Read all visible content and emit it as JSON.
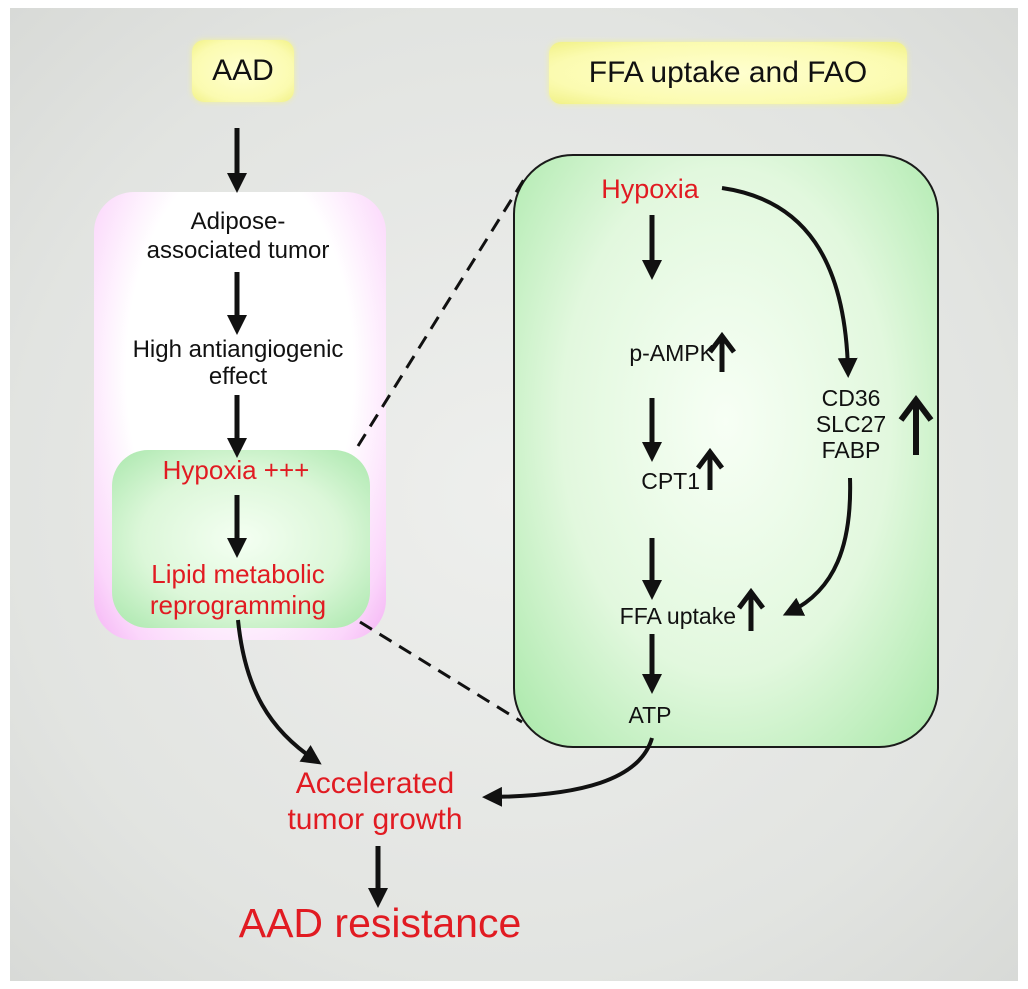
{
  "left_column": {
    "header": "AAD",
    "step1": "Adipose-",
    "step1b": "associated tumor",
    "step2": "High antiangiogenic",
    "step2b": "effect",
    "step3": "Hypoxia +++",
    "step4": "Lipid metabolic",
    "step4b": "reprogramming"
  },
  "right_column": {
    "header": "FFA uptake and FAO",
    "hypoxia": "Hypoxia",
    "pampk": "p-AMPK",
    "cpt1": "CPT1",
    "ffa_uptake": "FFA uptake",
    "atp": "ATP",
    "transporter1": "CD36",
    "transporter2": "SLC27",
    "transporter3": "FABP"
  },
  "outcome": {
    "growth1": "Accelerated",
    "growth2": "tumor growth",
    "final": "AAD resistance"
  },
  "colors": {
    "red_text": "#e11b22",
    "header_fill": "#fbfbb0",
    "pink_fill": "#f4b2f4",
    "green_fill": "#a8e8a8",
    "background": "#e2e4e1"
  }
}
